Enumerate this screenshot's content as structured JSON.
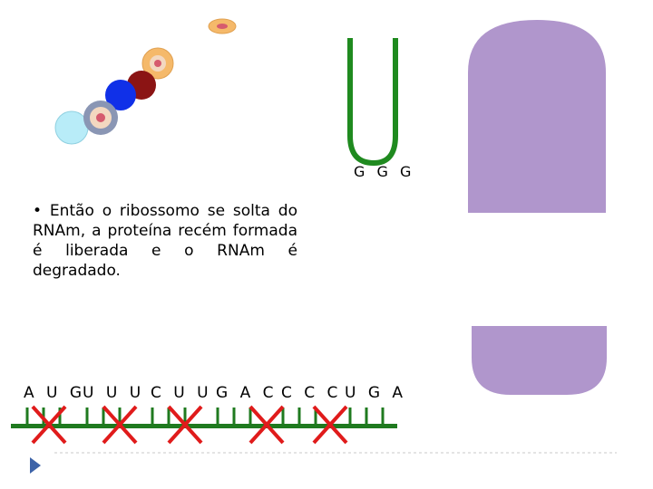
{
  "text": {
    "bullet": "• Então o ribossomo se solta do RNAm, a proteína recém formada é liberada e o RNAm é degradado.",
    "trna_anticodon": "G G G",
    "codons": [
      "A U G",
      "U U U",
      "C U U",
      "G A C",
      "C C C",
      "U G A"
    ]
  },
  "colors": {
    "mrna_green": "#1f7a1f",
    "cross_red": "#e01b1b",
    "ribosome_purple": "#b096cc",
    "trna_green": "#1f8a1f",
    "nav_blue": "#3d63a8"
  },
  "icons": {
    "nav": "play-triangle-icon"
  }
}
